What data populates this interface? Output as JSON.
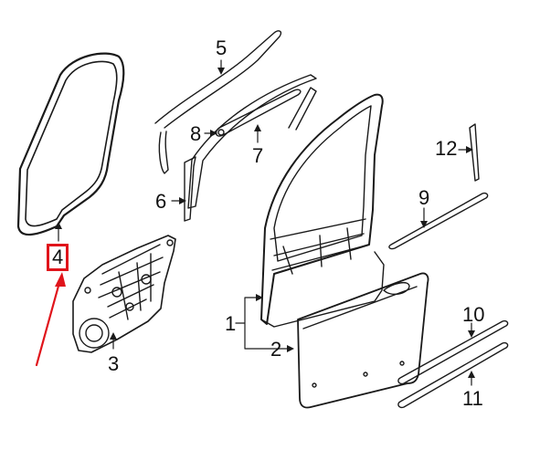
{
  "diagram": {
    "callouts": {
      "c1": "1",
      "c2": "2",
      "c3": "3",
      "c4": "4",
      "c5": "5",
      "c6": "6",
      "c7": "7",
      "c8": "8",
      "c9": "9",
      "c10": "10",
      "c11": "11",
      "c12": "12"
    },
    "highlighted_callout": "4",
    "colors": {
      "line": "#1a1a1a",
      "highlight": "#e0141b",
      "background": "#ffffff"
    }
  }
}
